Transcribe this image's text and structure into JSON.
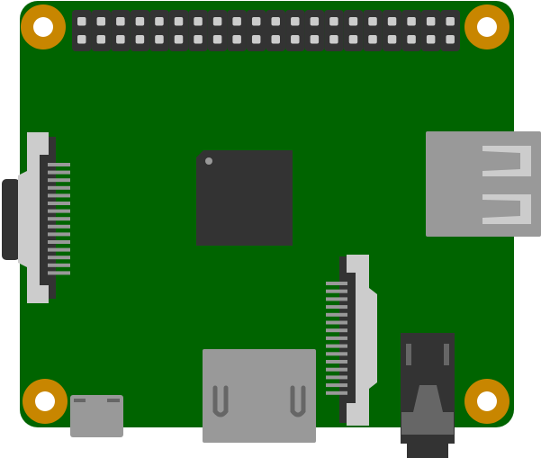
{
  "colors": {
    "board": "#006400",
    "mounting_hole": "#c88600",
    "header": "#333333",
    "pin": "#cccccc",
    "connector_light": "#cccccc",
    "connector_dark": "#333333",
    "contact": "#999999",
    "port_metal": "#999999",
    "port_detail": "#666666",
    "chip": "#333333",
    "chip_dot": "#999999"
  },
  "header": {
    "columns": 20,
    "rows": 2
  },
  "ribbon_connectors": {
    "pins": 15
  }
}
